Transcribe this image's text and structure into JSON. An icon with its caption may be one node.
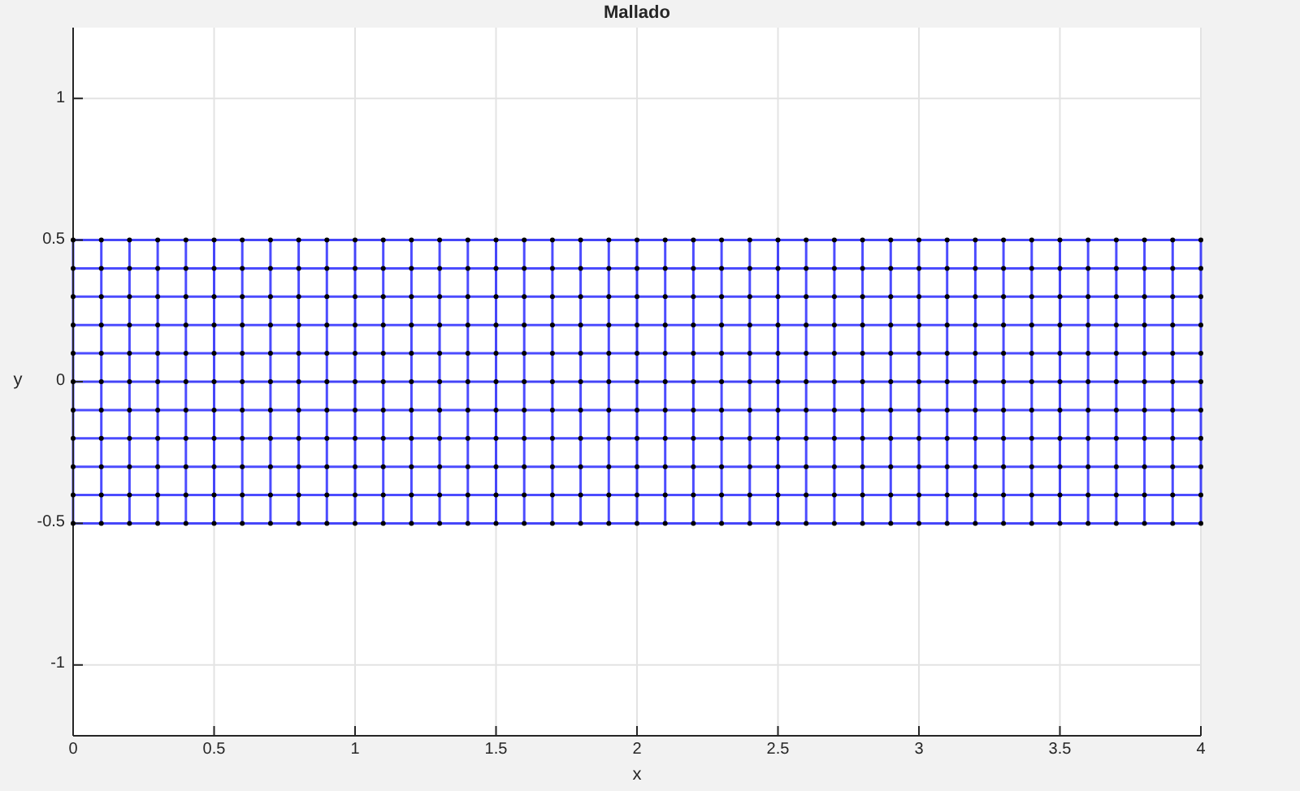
{
  "diagram": {
    "chart_data": {
      "type": "line",
      "title": "Mallado",
      "xlabel": "x",
      "ylabel": "y",
      "x": [
        0,
        0.1,
        0.2,
        0.3,
        0.4,
        0.5,
        0.6,
        0.7,
        0.8,
        0.9,
        1,
        1.1,
        1.2,
        1.3,
        1.4,
        1.5,
        1.6,
        1.7,
        1.8,
        1.9,
        2,
        2.1,
        2.2,
        2.3,
        2.4,
        2.5,
        2.6,
        2.7,
        2.8,
        2.9,
        3,
        3.1,
        3.2,
        3.3,
        3.4,
        3.5,
        3.6,
        3.7,
        3.8,
        3.9,
        4
      ],
      "series": [
        {
          "color": "#0000ff",
          "marker": "circle",
          "values": [
            0.5,
            0.5,
            0.5,
            0.5,
            0.5,
            0.5,
            0.5,
            0.5,
            0.5,
            0.5,
            0.5,
            0.5,
            0.5,
            0.5,
            0.5,
            0.5,
            0.5,
            0.5,
            0.5,
            0.5,
            0.5,
            0.5,
            0.5,
            0.5,
            0.5,
            0.5,
            0.5,
            0.5,
            0.5,
            0.5,
            0.5,
            0.5,
            0.5,
            0.5,
            0.5,
            0.5,
            0.5,
            0.5,
            0.5,
            0.5,
            0.5
          ]
        },
        {
          "color": "#0000ff",
          "marker": "circle",
          "values": [
            0.4,
            0.4,
            0.4,
            0.4,
            0.4,
            0.4,
            0.4,
            0.4,
            0.4,
            0.4,
            0.4,
            0.4,
            0.4,
            0.4,
            0.4,
            0.4,
            0.4,
            0.4,
            0.4,
            0.4,
            0.4,
            0.4,
            0.4,
            0.4,
            0.4,
            0.4,
            0.4,
            0.4,
            0.4,
            0.4,
            0.4,
            0.4,
            0.4,
            0.4,
            0.4,
            0.4,
            0.4,
            0.4,
            0.4,
            0.4,
            0.4
          ]
        },
        {
          "color": "#0000ff",
          "marker": "circle",
          "values": [
            0.3,
            0.3,
            0.3,
            0.3,
            0.3,
            0.3,
            0.3,
            0.3,
            0.3,
            0.3,
            0.3,
            0.3,
            0.3,
            0.3,
            0.3,
            0.3,
            0.3,
            0.3,
            0.3,
            0.3,
            0.3,
            0.3,
            0.3,
            0.3,
            0.3,
            0.3,
            0.3,
            0.3,
            0.3,
            0.3,
            0.3,
            0.3,
            0.3,
            0.3,
            0.3,
            0.3,
            0.3,
            0.3,
            0.3,
            0.3,
            0.3
          ]
        },
        {
          "color": "#0000ff",
          "marker": "circle",
          "values": [
            0.2,
            0.2,
            0.2,
            0.2,
            0.2,
            0.2,
            0.2,
            0.2,
            0.2,
            0.2,
            0.2,
            0.2,
            0.2,
            0.2,
            0.2,
            0.2,
            0.2,
            0.2,
            0.2,
            0.2,
            0.2,
            0.2,
            0.2,
            0.2,
            0.2,
            0.2,
            0.2,
            0.2,
            0.2,
            0.2,
            0.2,
            0.2,
            0.2,
            0.2,
            0.2,
            0.2,
            0.2,
            0.2,
            0.2,
            0.2,
            0.2
          ]
        },
        {
          "color": "#0000ff",
          "marker": "circle",
          "values": [
            0.1,
            0.1,
            0.1,
            0.1,
            0.1,
            0.1,
            0.1,
            0.1,
            0.1,
            0.1,
            0.1,
            0.1,
            0.1,
            0.1,
            0.1,
            0.1,
            0.1,
            0.1,
            0.1,
            0.1,
            0.1,
            0.1,
            0.1,
            0.1,
            0.1,
            0.1,
            0.1,
            0.1,
            0.1,
            0.1,
            0.1,
            0.1,
            0.1,
            0.1,
            0.1,
            0.1,
            0.1,
            0.1,
            0.1,
            0.1,
            0.1
          ]
        },
        {
          "color": "#0000ff",
          "marker": "circle",
          "values": [
            0,
            0,
            0,
            0,
            0,
            0,
            0,
            0,
            0,
            0,
            0,
            0,
            0,
            0,
            0,
            0,
            0,
            0,
            0,
            0,
            0,
            0,
            0,
            0,
            0,
            0,
            0,
            0,
            0,
            0,
            0,
            0,
            0,
            0,
            0,
            0,
            0,
            0,
            0,
            0,
            0
          ]
        },
        {
          "color": "#0000ff",
          "marker": "circle",
          "values": [
            -0.1,
            -0.1,
            -0.1,
            -0.1,
            -0.1,
            -0.1,
            -0.1,
            -0.1,
            -0.1,
            -0.1,
            -0.1,
            -0.1,
            -0.1,
            -0.1,
            -0.1,
            -0.1,
            -0.1,
            -0.1,
            -0.1,
            -0.1,
            -0.1,
            -0.1,
            -0.1,
            -0.1,
            -0.1,
            -0.1,
            -0.1,
            -0.1,
            -0.1,
            -0.1,
            -0.1,
            -0.1,
            -0.1,
            -0.1,
            -0.1,
            -0.1,
            -0.1,
            -0.1,
            -0.1,
            -0.1,
            -0.1
          ]
        },
        {
          "color": "#0000ff",
          "marker": "circle",
          "values": [
            -0.2,
            -0.2,
            -0.2,
            -0.2,
            -0.2,
            -0.2,
            -0.2,
            -0.2,
            -0.2,
            -0.2,
            -0.2,
            -0.2,
            -0.2,
            -0.2,
            -0.2,
            -0.2,
            -0.2,
            -0.2,
            -0.2,
            -0.2,
            -0.2,
            -0.2,
            -0.2,
            -0.2,
            -0.2,
            -0.2,
            -0.2,
            -0.2,
            -0.2,
            -0.2,
            -0.2,
            -0.2,
            -0.2,
            -0.2,
            -0.2,
            -0.2,
            -0.2,
            -0.2,
            -0.2,
            -0.2,
            -0.2
          ]
        },
        {
          "color": "#0000ff",
          "marker": "circle",
          "values": [
            -0.3,
            -0.3,
            -0.3,
            -0.3,
            -0.3,
            -0.3,
            -0.3,
            -0.3,
            -0.3,
            -0.3,
            -0.3,
            -0.3,
            -0.3,
            -0.3,
            -0.3,
            -0.3,
            -0.3,
            -0.3,
            -0.3,
            -0.3,
            -0.3,
            -0.3,
            -0.3,
            -0.3,
            -0.3,
            -0.3,
            -0.3,
            -0.3,
            -0.3,
            -0.3,
            -0.3,
            -0.3,
            -0.3,
            -0.3,
            -0.3,
            -0.3,
            -0.3,
            -0.3,
            -0.3,
            -0.3,
            -0.3
          ]
        },
        {
          "color": "#0000ff",
          "marker": "circle",
          "values": [
            -0.4,
            -0.4,
            -0.4,
            -0.4,
            -0.4,
            -0.4,
            -0.4,
            -0.4,
            -0.4,
            -0.4,
            -0.4,
            -0.4,
            -0.4,
            -0.4,
            -0.4,
            -0.4,
            -0.4,
            -0.4,
            -0.4,
            -0.4,
            -0.4,
            -0.4,
            -0.4,
            -0.4,
            -0.4,
            -0.4,
            -0.4,
            -0.4,
            -0.4,
            -0.4,
            -0.4,
            -0.4,
            -0.4,
            -0.4,
            -0.4,
            -0.4,
            -0.4,
            -0.4,
            -0.4,
            -0.4,
            -0.4
          ]
        },
        {
          "color": "#0000ff",
          "marker": "circle",
          "values": [
            -0.5,
            -0.5,
            -0.5,
            -0.5,
            -0.5,
            -0.5,
            -0.5,
            -0.5,
            -0.5,
            -0.5,
            -0.5,
            -0.5,
            -0.5,
            -0.5,
            -0.5,
            -0.5,
            -0.5,
            -0.5,
            -0.5,
            -0.5,
            -0.5,
            -0.5,
            -0.5,
            -0.5,
            -0.5,
            -0.5,
            -0.5,
            -0.5,
            -0.5,
            -0.5,
            -0.5,
            -0.5,
            -0.5,
            -0.5,
            -0.5,
            -0.5,
            -0.5,
            -0.5,
            -0.5,
            -0.5,
            -0.5
          ]
        },
        {
          "color": "#0000ff",
          "x": [
            0,
            0
          ],
          "values": [
            -0.5,
            0.5
          ]
        },
        {
          "color": "#0000ff",
          "x": [
            0.1,
            0.1
          ],
          "values": [
            -0.5,
            0.5
          ]
        },
        {
          "color": "#0000ff",
          "x": [
            0.2,
            0.2
          ],
          "values": [
            -0.5,
            0.5
          ]
        },
        {
          "color": "#0000ff",
          "x": [
            0.3,
            0.3
          ],
          "values": [
            -0.5,
            0.5
          ]
        },
        {
          "color": "#0000ff",
          "x": [
            0.4,
            0.4
          ],
          "values": [
            -0.5,
            0.5
          ]
        },
        {
          "color": "#0000ff",
          "x": [
            0.5,
            0.5
          ],
          "values": [
            -0.5,
            0.5
          ]
        },
        {
          "color": "#0000ff",
          "x": [
            0.6,
            0.6
          ],
          "values": [
            -0.5,
            0.5
          ]
        },
        {
          "color": "#0000ff",
          "x": [
            0.7,
            0.7
          ],
          "values": [
            -0.5,
            0.5
          ]
        },
        {
          "color": "#0000ff",
          "x": [
            0.8,
            0.8
          ],
          "values": [
            -0.5,
            0.5
          ]
        },
        {
          "color": "#0000ff",
          "x": [
            0.9,
            0.9
          ],
          "values": [
            -0.5,
            0.5
          ]
        },
        {
          "color": "#0000ff",
          "x": [
            1,
            1
          ],
          "values": [
            -0.5,
            0.5
          ]
        },
        {
          "color": "#0000ff",
          "x": [
            1.1,
            1.1
          ],
          "values": [
            -0.5,
            0.5
          ]
        },
        {
          "color": "#0000ff",
          "x": [
            1.2,
            1.2
          ],
          "values": [
            -0.5,
            0.5
          ]
        },
        {
          "color": "#0000ff",
          "x": [
            1.3,
            1.3
          ],
          "values": [
            -0.5,
            0.5
          ]
        },
        {
          "color": "#0000ff",
          "x": [
            1.4,
            1.4
          ],
          "values": [
            -0.5,
            0.5
          ]
        },
        {
          "color": "#0000ff",
          "x": [
            1.5,
            1.5
          ],
          "values": [
            -0.5,
            0.5
          ]
        },
        {
          "color": "#0000ff",
          "x": [
            1.6,
            1.6
          ],
          "values": [
            -0.5,
            0.5
          ]
        },
        {
          "color": "#0000ff",
          "x": [
            1.7,
            1.7
          ],
          "values": [
            -0.5,
            0.5
          ]
        },
        {
          "color": "#0000ff",
          "x": [
            1.8,
            1.8
          ],
          "values": [
            -0.5,
            0.5
          ]
        },
        {
          "color": "#0000ff",
          "x": [
            1.9,
            1.9
          ],
          "values": [
            -0.5,
            0.5
          ]
        },
        {
          "color": "#0000ff",
          "x": [
            2,
            2
          ],
          "values": [
            -0.5,
            0.5
          ]
        },
        {
          "color": "#0000ff",
          "x": [
            2.1,
            2.1
          ],
          "values": [
            -0.5,
            0.5
          ]
        },
        {
          "color": "#0000ff",
          "x": [
            2.2,
            2.2
          ],
          "values": [
            -0.5,
            0.5
          ]
        },
        {
          "color": "#0000ff",
          "x": [
            2.3,
            2.3
          ],
          "values": [
            -0.5,
            0.5
          ]
        },
        {
          "color": "#0000ff",
          "x": [
            2.4,
            2.4
          ],
          "values": [
            -0.5,
            0.5
          ]
        },
        {
          "color": "#0000ff",
          "x": [
            2.5,
            2.5
          ],
          "values": [
            -0.5,
            0.5
          ]
        },
        {
          "color": "#0000ff",
          "x": [
            2.6,
            2.6
          ],
          "values": [
            -0.5,
            0.5
          ]
        },
        {
          "color": "#0000ff",
          "x": [
            2.7,
            2.7
          ],
          "values": [
            -0.5,
            0.5
          ]
        },
        {
          "color": "#0000ff",
          "x": [
            2.8,
            2.8
          ],
          "values": [
            -0.5,
            0.5
          ]
        },
        {
          "color": "#0000ff",
          "x": [
            2.9,
            2.9
          ],
          "values": [
            -0.5,
            0.5
          ]
        },
        {
          "color": "#0000ff",
          "x": [
            3,
            3
          ],
          "values": [
            -0.5,
            0.5
          ]
        },
        {
          "color": "#0000ff",
          "x": [
            3.1,
            3.1
          ],
          "values": [
            -0.5,
            0.5
          ]
        },
        {
          "color": "#0000ff",
          "x": [
            3.2,
            3.2
          ],
          "values": [
            -0.5,
            0.5
          ]
        },
        {
          "color": "#0000ff",
          "x": [
            3.3,
            3.3
          ],
          "values": [
            -0.5,
            0.5
          ]
        },
        {
          "color": "#0000ff",
          "x": [
            3.4,
            3.4
          ],
          "values": [
            -0.5,
            0.5
          ]
        },
        {
          "color": "#0000ff",
          "x": [
            3.5,
            3.5
          ],
          "values": [
            -0.5,
            0.5
          ]
        },
        {
          "color": "#0000ff",
          "x": [
            3.6,
            3.6
          ],
          "values": [
            -0.5,
            0.5
          ]
        },
        {
          "color": "#0000ff",
          "x": [
            3.7,
            3.7
          ],
          "values": [
            -0.5,
            0.5
          ]
        },
        {
          "color": "#0000ff",
          "x": [
            3.8,
            3.8
          ],
          "values": [
            -0.5,
            0.5
          ]
        },
        {
          "color": "#0000ff",
          "x": [
            3.9,
            3.9
          ],
          "values": [
            -0.5,
            0.5
          ]
        },
        {
          "color": "#0000ff",
          "x": [
            4,
            4
          ],
          "values": [
            -0.5,
            0.5
          ]
        }
      ],
      "grid": true,
      "xlim": [
        0,
        4
      ],
      "ylim": [
        -1.25,
        1.25
      ],
      "xticks": [
        0,
        0.5,
        1,
        1.5,
        2,
        2.5,
        3,
        3.5,
        4
      ],
      "yticks": [
        -1,
        -0.5,
        0,
        0.5,
        1
      ]
    }
  }
}
